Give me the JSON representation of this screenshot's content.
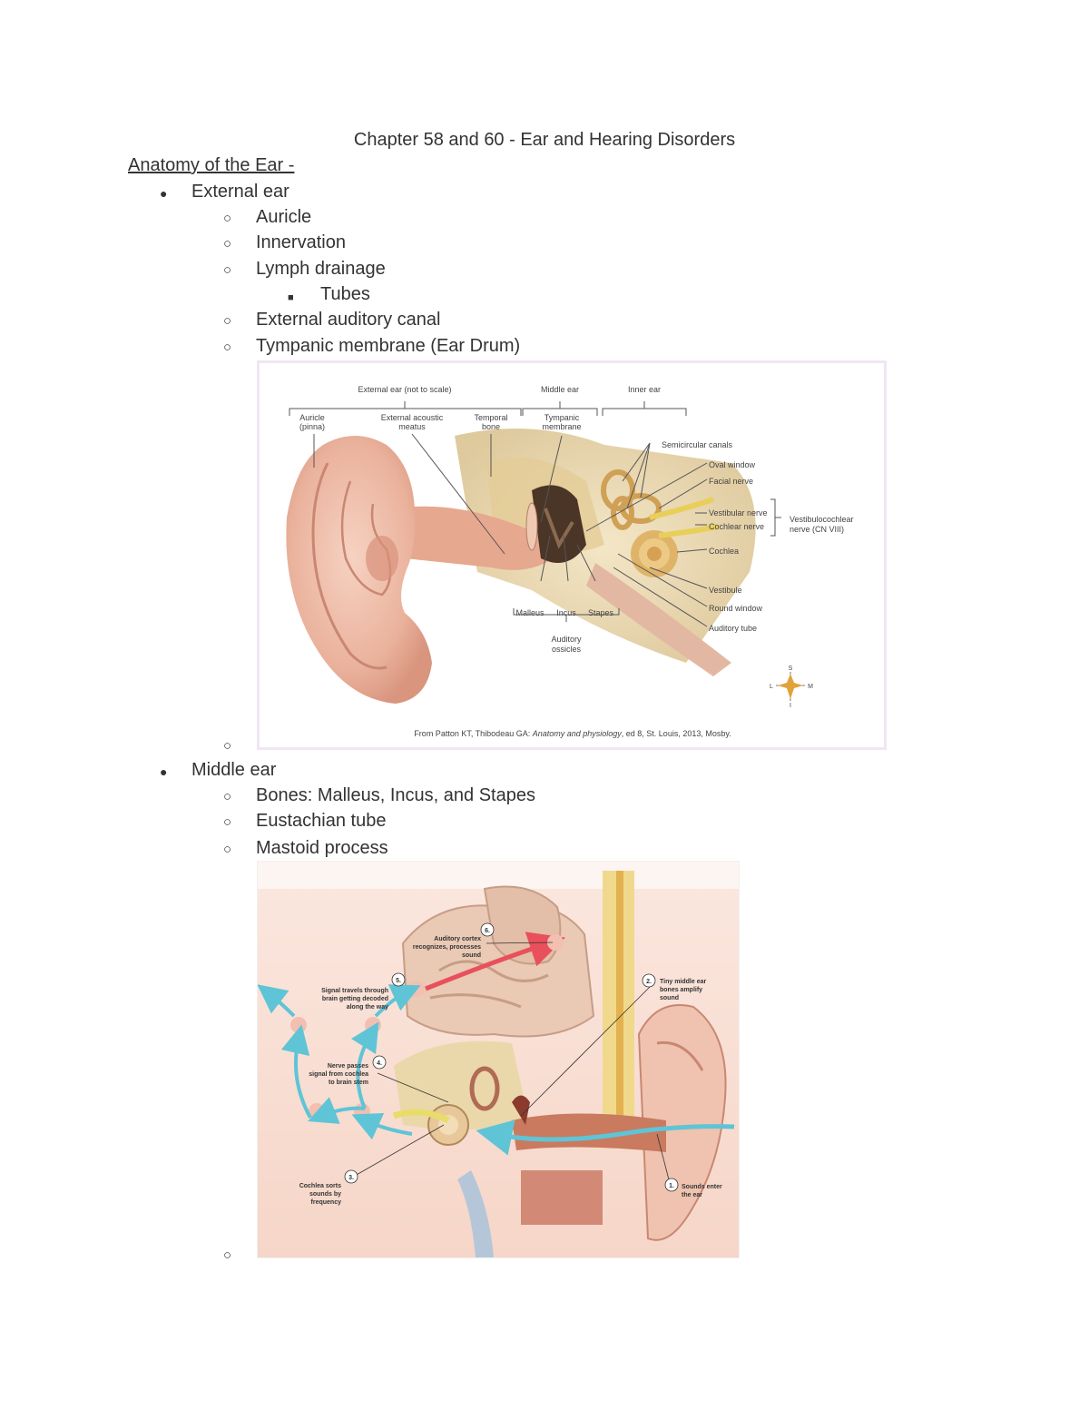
{
  "document": {
    "title": "Chapter 58 and 60 - Ear and Hearing Disorders",
    "section_heading": "Anatomy of the Ear - ",
    "external_ear": {
      "label": "External ear",
      "items": [
        "Auricle",
        "Innervation",
        "Lymph drainage",
        "External auditory canal",
        "Tympanic membrane (Ear Drum)"
      ],
      "sub_items": [
        "Tubes"
      ]
    },
    "middle_ear": {
      "label": "Middle ear",
      "items": [
        "Bones: Malleus, Incus, and Stapes",
        "Eustachian tube",
        "Mastoid process"
      ]
    },
    "bullets": {
      "filled": "●",
      "hollow": "○",
      "square": "■"
    }
  },
  "figure1": {
    "headers": {
      "external": "External ear (not to scale)",
      "middle": "Middle ear",
      "inner": "Inner ear"
    },
    "labels": {
      "auricle": "Auricle",
      "pinna": "(pinna)",
      "eam1": "External acoustic",
      "eam2": "meatus",
      "temporal1": "Temporal",
      "temporal2": "bone",
      "tympanic1": "Tympanic",
      "tympanic2": "membrane",
      "semicircular": "Semicircular canals",
      "oval": "Oval window",
      "facial": "Facial nerve",
      "vestibular_nerve": "Vestibular nerve",
      "cochlear_nerve": "Cochlear nerve",
      "vestibulocochlear1": "Vestibulocochlear",
      "vestibulocochlear2": "nerve (CN VIII)",
      "cochlea": "Cochlea",
      "vestibule": "Vestibule",
      "round": "Round window",
      "auditory_tube": "Auditory tube",
      "malleus": "Malleus",
      "incus": "Incus",
      "stapes": "Stapes",
      "ossicles1": "Auditory",
      "ossicles2": "ossicles",
      "compass_s": "S",
      "compass_l": "L",
      "compass_m": "M",
      "compass_i": "I"
    },
    "caption_prefix": "From Patton KT, Thibodeau GA: ",
    "caption_italic": "Anatomy and physiology",
    "caption_suffix": ", ed 8, St. Louis, 2013, Mosby."
  },
  "figure2": {
    "steps": {
      "s1_num": "1.",
      "s1a": "Sounds enter",
      "s1b": "the ear",
      "s2_num": "2.",
      "s2a": "Tiny middle ear",
      "s2b": "bones amplify",
      "s2c": "sound",
      "s3_num": "3.",
      "s3a": "Cochlea sorts",
      "s3b": "sounds by",
      "s3c": "frequency",
      "s4_num": "4.",
      "s4a": "Nerve passes",
      "s4b": "signal from cochlea",
      "s4c": "to brain stem",
      "s5_num": "5.",
      "s5a": "Signal travels through",
      "s5b": "brain getting decoded",
      "s5c": "along the way",
      "s6_num": "6.",
      "s6a": "Auditory cortex",
      "s6b": "recognizes, processes",
      "s6c": "sound"
    }
  },
  "colors": {
    "skin": "#f2c4b0",
    "bone": "#e8d6a8",
    "canal_arrow": "#5fc4d6",
    "signal_arrow": "#e8505b"
  }
}
